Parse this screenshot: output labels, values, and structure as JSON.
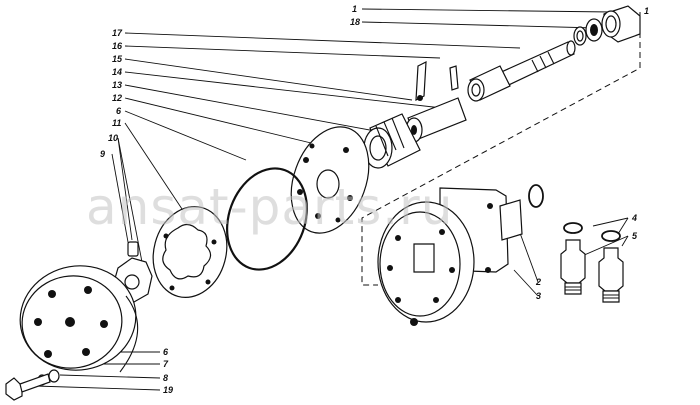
{
  "watermark": "ansat-parts.ru",
  "callouts": {
    "c1a": "1",
    "c18": "18",
    "c1b": "1",
    "c17": "17",
    "c16": "16",
    "c15": "15",
    "c14": "14",
    "c13": "13",
    "c12": "12",
    "c6a": "6",
    "c11": "11",
    "c10": "10",
    "c9": "9",
    "c4": "4",
    "c5": "5",
    "c2": "2",
    "c3": "3",
    "c6b": "6",
    "c7": "7",
    "c8": "8",
    "c19": "19"
  }
}
